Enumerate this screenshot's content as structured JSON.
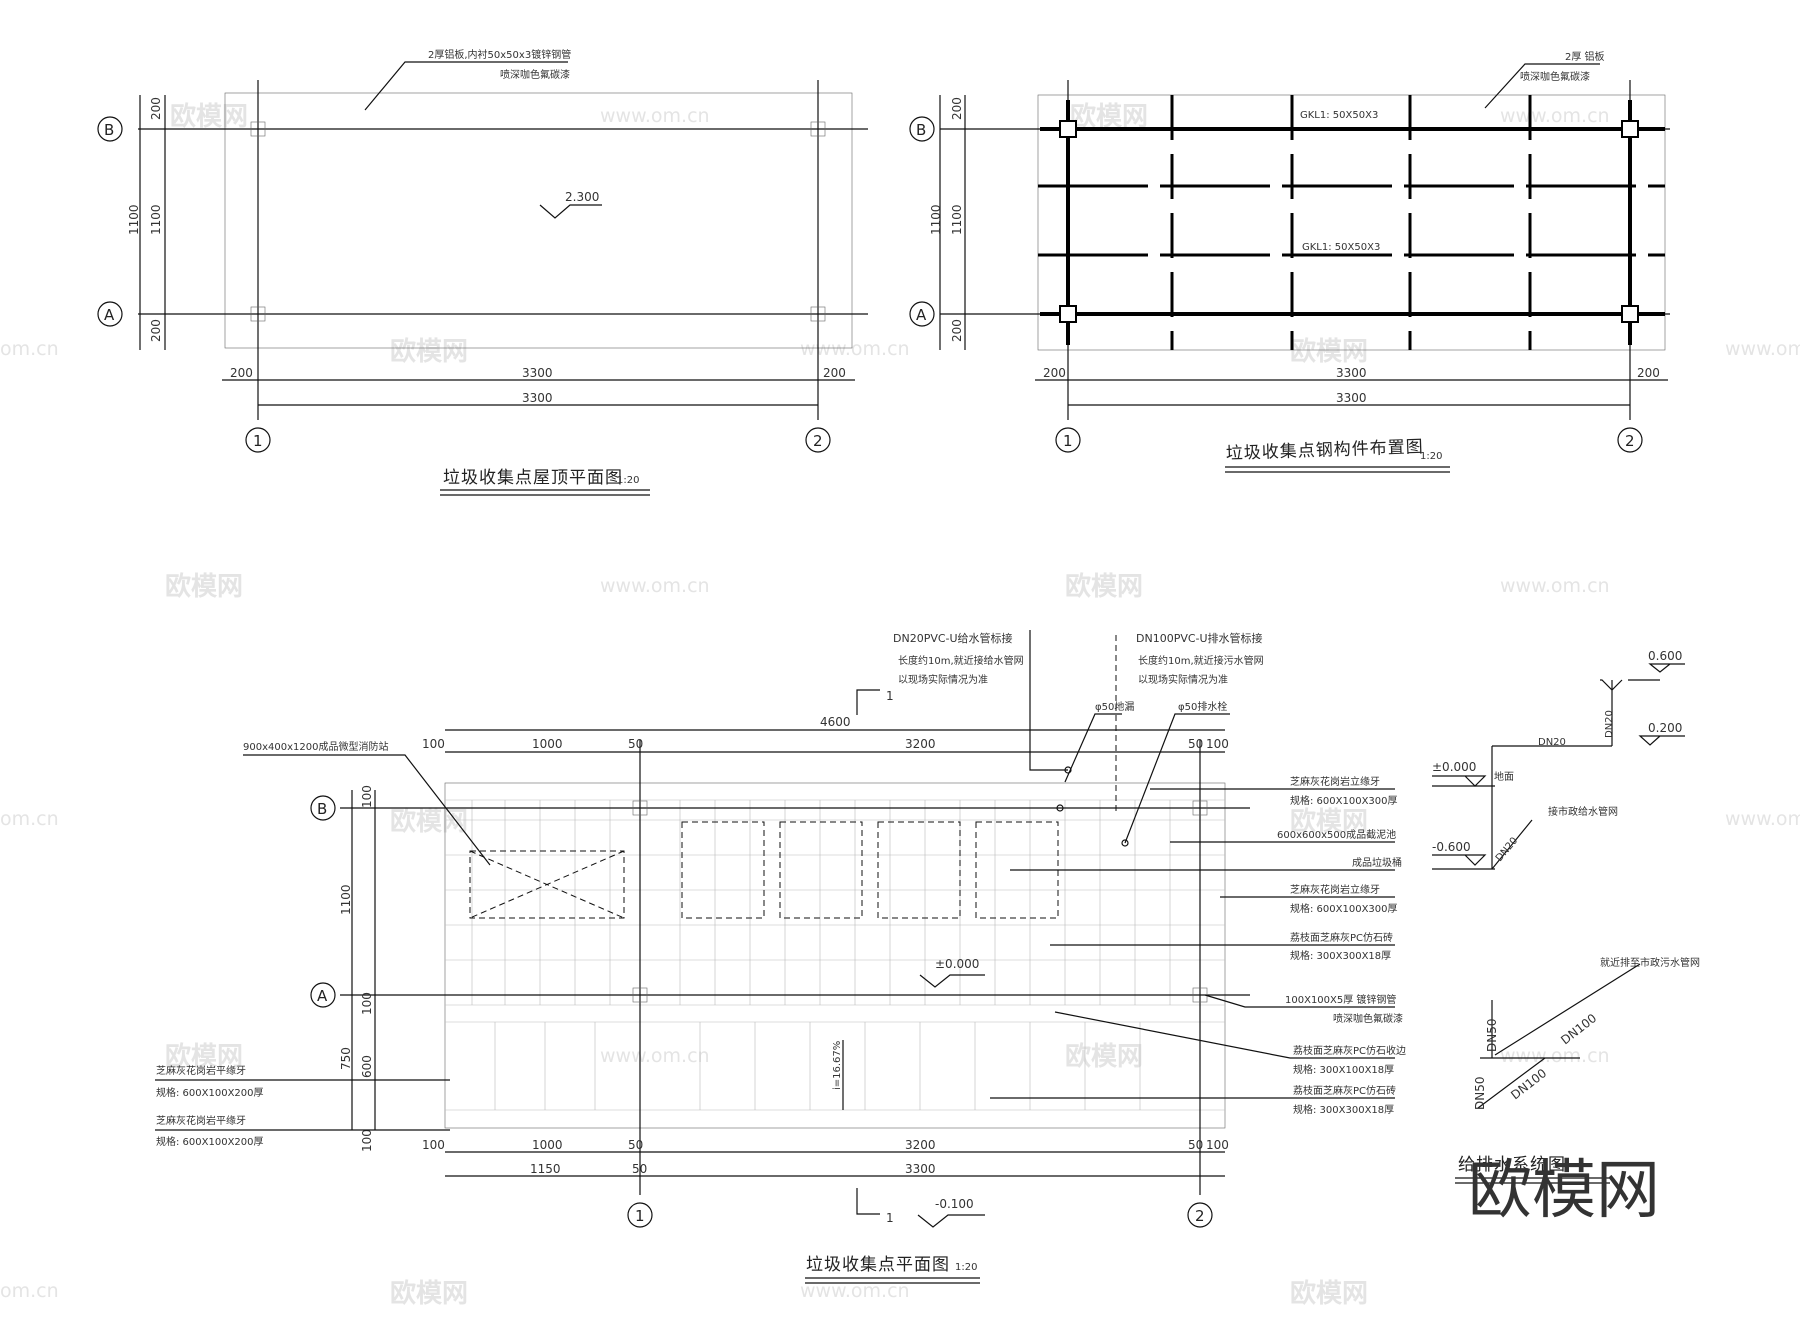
{
  "watermarks": {
    "brand": "欧模网",
    "url": "www.om.cn",
    "url_cut": "om.cn",
    "big_logo": "欧模网"
  },
  "roof_plan": {
    "title": "垃圾收集点屋顶平面图",
    "scale": "1:20",
    "note1": "2厚铝板,内衬50x50x3镀锌钢管",
    "note2": "喷深咖色氟碳漆",
    "elevation": "2.300",
    "dims": {
      "top": "200",
      "mid": "1100",
      "bot": "200",
      "left": "200",
      "center": "3300",
      "right": "200",
      "total": "3300"
    },
    "axes": {
      "b": "B",
      "a": "A",
      "one": "1",
      "two": "2"
    }
  },
  "steel_plan": {
    "title": "垃圾收集点钢构件布置图",
    "scale": "1:20",
    "note1": "2厚 铝板",
    "note2": "喷深咖色氟碳漆",
    "beam_top": "GKL1: 50X50X3",
    "beam_bottom": "GKL1: 50X50X3",
    "dims": {
      "top": "200",
      "mid": "1100",
      "bot": "200",
      "left": "200",
      "center": "3300",
      "right": "200",
      "total": "3300"
    },
    "axes": {
      "b": "B",
      "a": "A",
      "one": "1",
      "two": "2"
    }
  },
  "floor_plan": {
    "title": "垃圾收集点平面图",
    "scale": "1:20",
    "pipe1": {
      "t1": "DN20PVC-U给水管标接",
      "t2": "长度约10m,就近接给水管网",
      "t3": "以现场实际情况为准"
    },
    "pipe2": {
      "t1": "DN100PVC-U排水管标接",
      "t2": "长度约10m,就近接污水管网",
      "t3": "以现场实际情况为准"
    },
    "drain": "φ50地漏",
    "tap": "φ50排水栓",
    "section_mark": "1",
    "left_note": "900x400x1200成品微型消防站",
    "elev_floor": "±0.000",
    "elev_out": "-0.100",
    "slope": "i=16.67%",
    "top_dims": {
      "total": "4600",
      "a": "100",
      "b": "1000",
      "c": "50",
      "d": "3200",
      "e": "50",
      "f": "100"
    },
    "bot_dims": {
      "a": "100",
      "b": "1000",
      "c": "50",
      "d": "3200",
      "e": "50",
      "f": "100",
      "g": "1150",
      "h": "3300",
      "i": "50"
    },
    "left_dims": {
      "a": "100",
      "b": "1100",
      "c": "100",
      "d": "750",
      "e": "600",
      "f": "100"
    },
    "left_labels": [
      {
        "t1": "芝麻灰花岗岩平缘牙",
        "t2": "规格: 600X100X200厚"
      },
      {
        "t1": "芝麻灰花岗岩平缘牙",
        "t2": "规格: 600X100X200厚"
      }
    ],
    "right_labels": [
      {
        "t1": "芝麻灰花岗岩立缘牙",
        "t2": "规格: 600X100X300厚"
      },
      {
        "t1": "600x600x500成品截泥池",
        "t2": ""
      },
      {
        "t1": "成品垃圾桶",
        "t2": ""
      },
      {
        "t1": "芝麻灰花岗岩立缘牙",
        "t2": "规格: 600X100X300厚"
      },
      {
        "t1": "荔枝面芝麻灰PC仿石砖",
        "t2": "规格: 300X300X18厚"
      },
      {
        "t1": "100X100X5厚 镀锌钢管",
        "t2": "喷深咖色氟碳漆"
      },
      {
        "t1": "荔枝面芝麻灰PC仿石收边",
        "t2": "规格: 300X100X18厚"
      },
      {
        "t1": "荔枝面芝麻灰PC仿石砖",
        "t2": "规格: 300X300X18厚"
      }
    ],
    "axes": {
      "b": "B",
      "a": "A",
      "one": "1",
      "two": "2"
    }
  },
  "water_diagram": {
    "title": "给排水系统图",
    "e1": "0.600",
    "e2": "0.200",
    "e3": "±0.000",
    "e4": "-0.600",
    "ground": "地面",
    "connect": "接市政给水管网",
    "dn20a": "DN20",
    "dn20b": "DN20",
    "dn20c": "DN20",
    "sewer_note": "就近排至市政污水管网",
    "dn50a": "DN50",
    "dn50b": "DN50",
    "dn100a": "DN100",
    "dn100b": "DN100"
  }
}
